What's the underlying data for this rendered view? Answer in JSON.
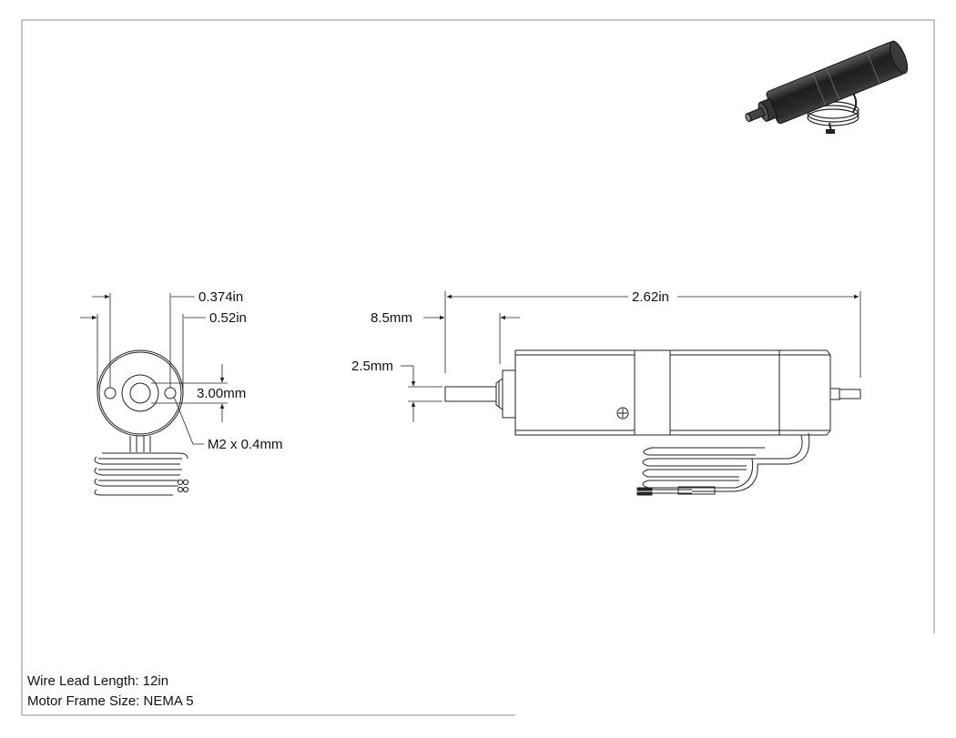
{
  "dimensions": {
    "shaft_spacing": "0.374in",
    "body_width": "0.52in",
    "shaft_hole": "3.00mm",
    "thread": "M2 x 0.4mm",
    "shaft_length": "8.5mm",
    "shaft_diameter": "2.5mm",
    "overall_length": "2.62in"
  },
  "notes": {
    "wire_lead_length": "Wire Lead Length: 12in",
    "motor_frame_size": "Motor Frame Size: NEMA 5"
  },
  "colors": {
    "line": "#222222",
    "render_body": "#2b2b2b"
  }
}
